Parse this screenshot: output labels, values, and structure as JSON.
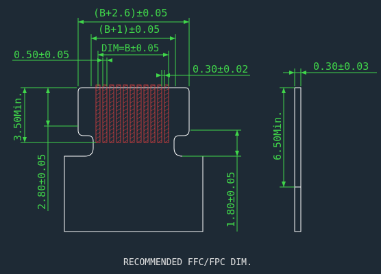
{
  "dims": {
    "b_plus_2_6": "(B+2.6)±0.05",
    "b_plus_1": "(B+1)±0.05",
    "pitch": "0.50±0.05",
    "dim_b": "DIM=B±0.05",
    "finger_gap": "0.30±0.02",
    "thickness": "0.30±0.03",
    "min_length": "3.50Min.",
    "neck_height": "2.80±0.05",
    "ear_height": "1.80±0.05",
    "side_length": "6.50Min."
  },
  "caption": "RECOMMENDED FFC/FPC DIM.",
  "colors": {
    "background": "#1e2a35",
    "dimension": "#40d64a",
    "outline": "#ffffff",
    "conductor": "#e04040",
    "caption": "#e6e6e6"
  }
}
